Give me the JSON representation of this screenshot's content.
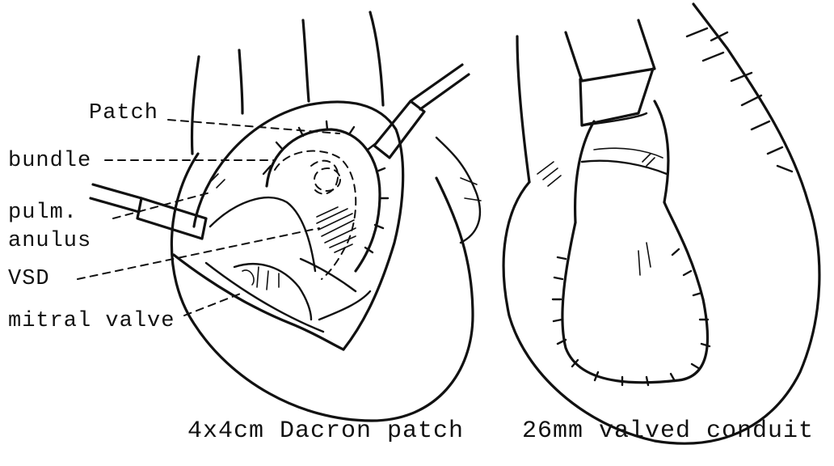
{
  "labels": {
    "patch": "Patch",
    "bundle": "bundle",
    "pulm1": "pulm.",
    "pulm2": "anulus",
    "vsd": "VSD",
    "mitral": "mitral valve"
  },
  "captions": {
    "left": "4x4cm Dacron patch",
    "right": "26mm valved conduit"
  }
}
